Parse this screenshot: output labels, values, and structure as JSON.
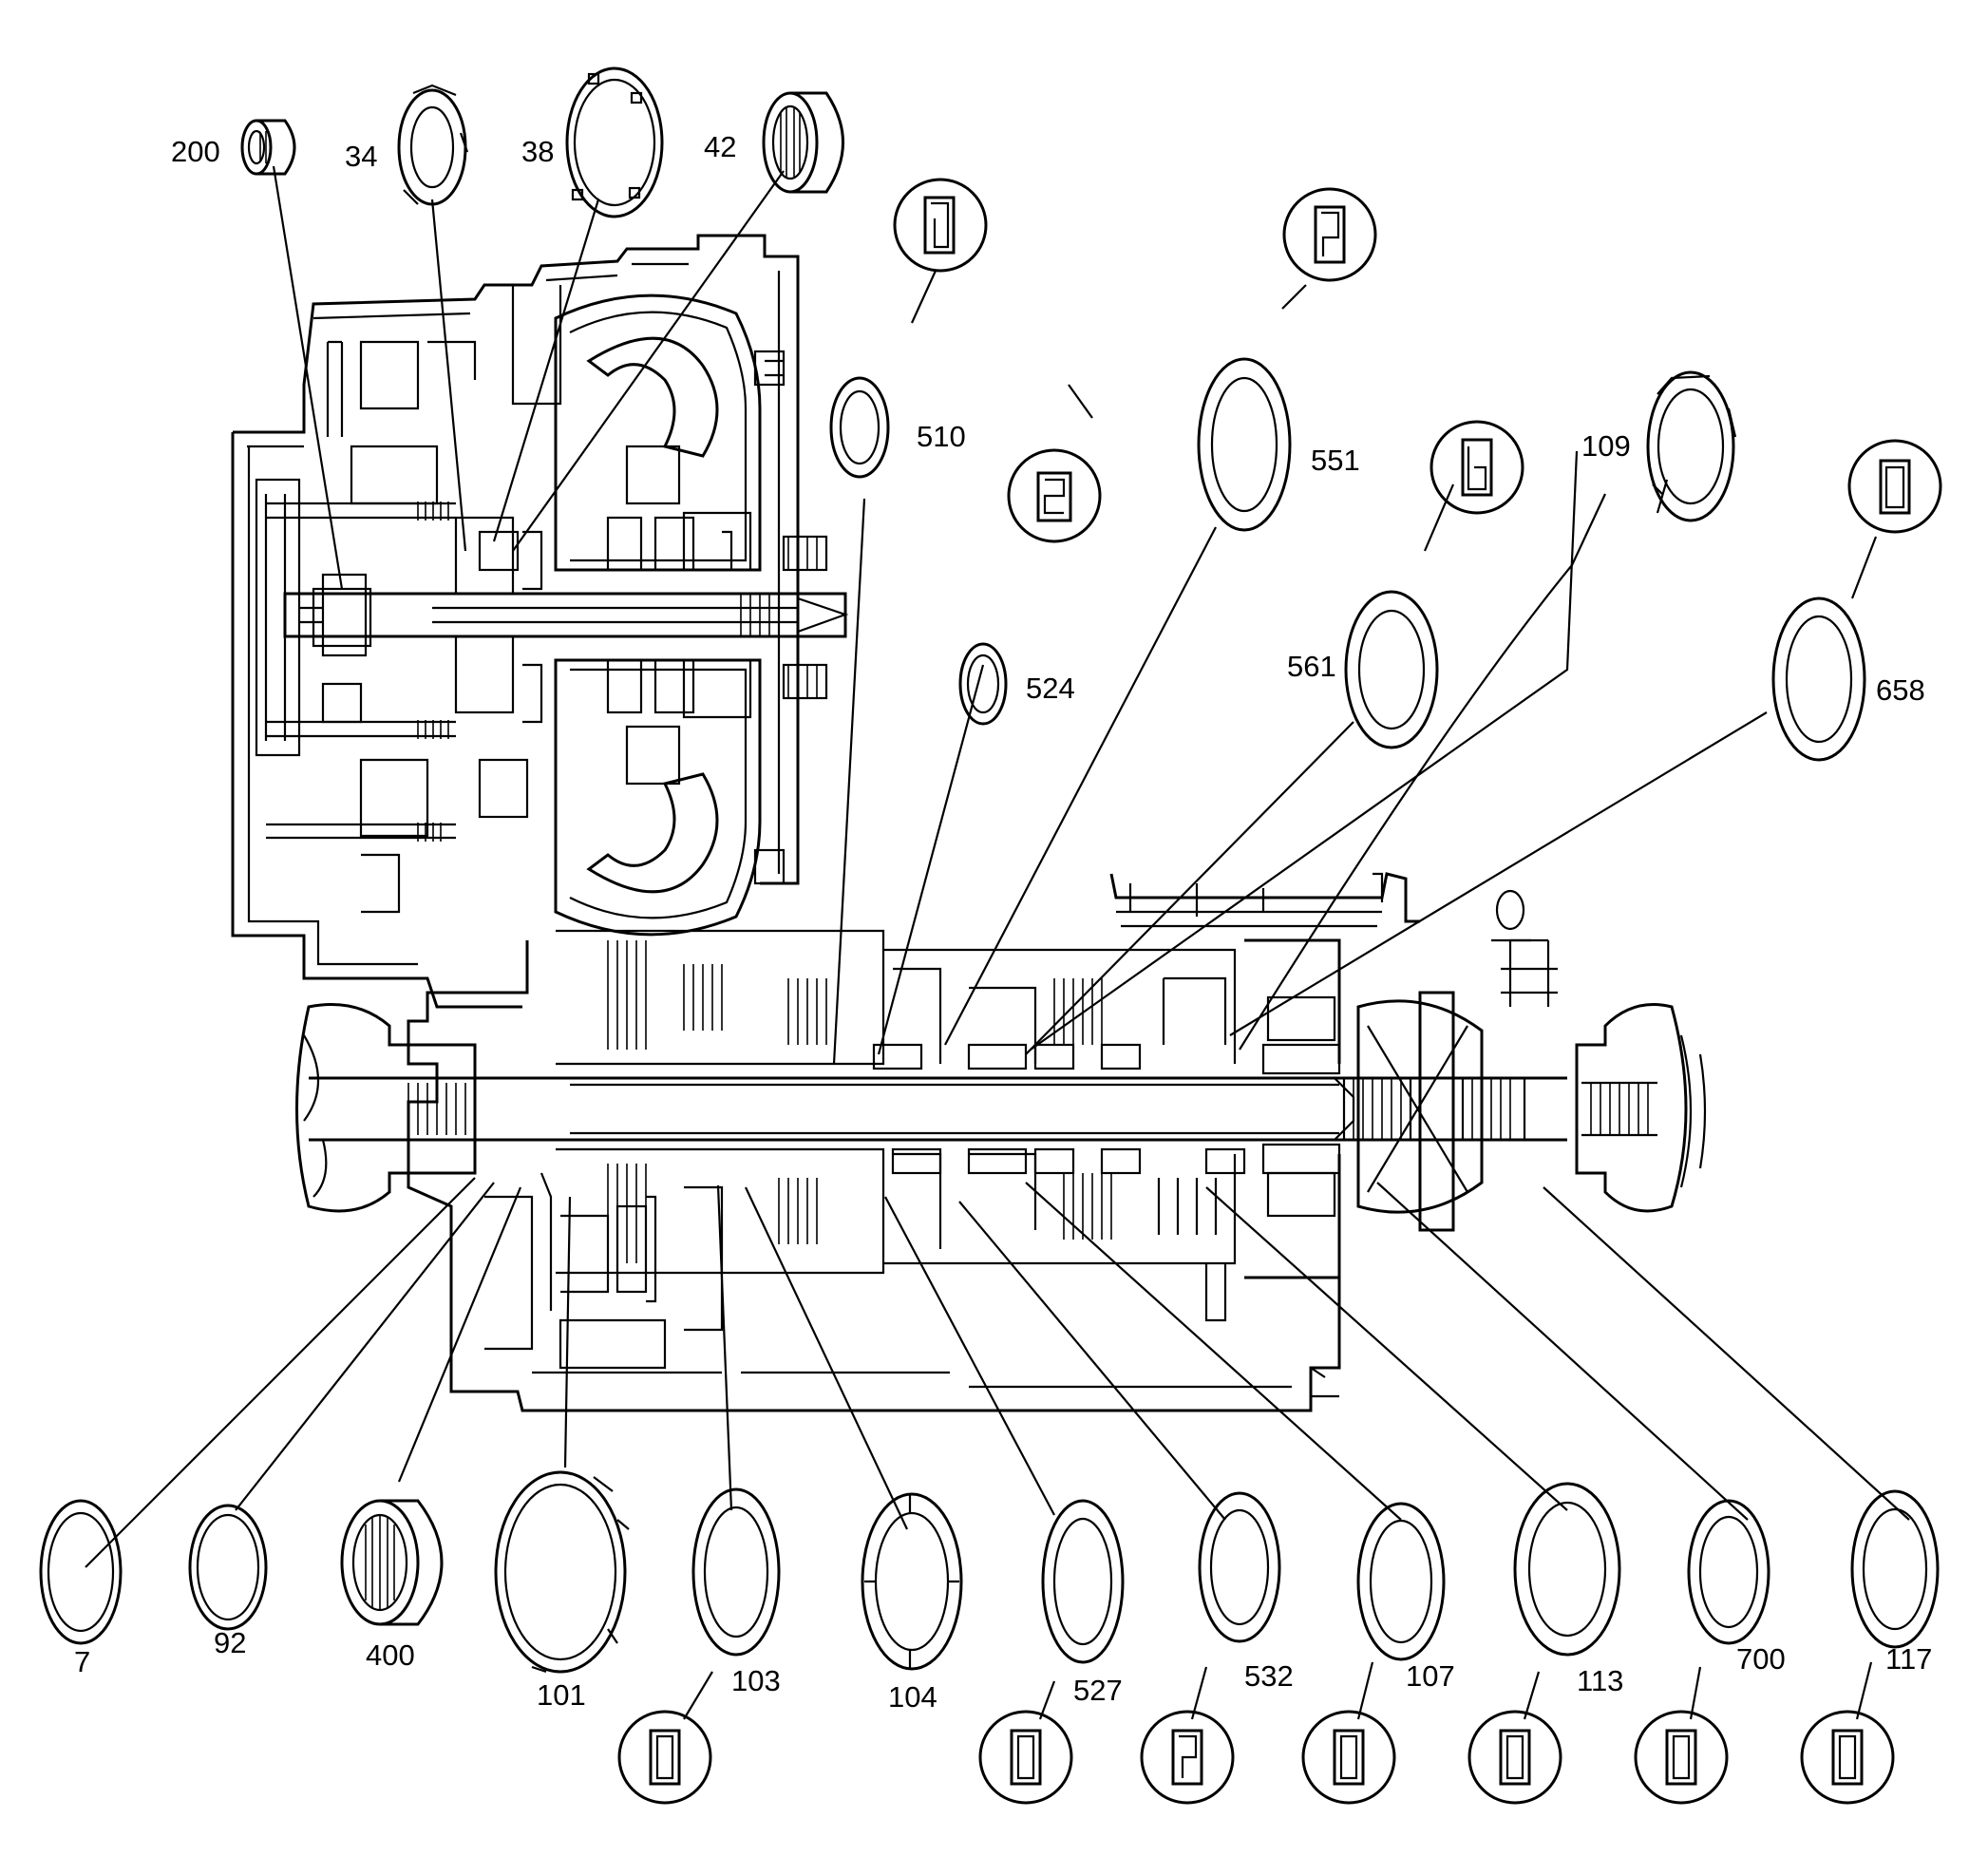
{
  "diagram": {
    "colors": {
      "ink": "#000000",
      "paper": "#ffffff"
    },
    "top_parts": [
      {
        "id": "200",
        "label": "200",
        "shape": "sleeve-bushing"
      },
      {
        "id": "34",
        "label": "34",
        "shape": "tabbed-thrust-washer"
      },
      {
        "id": "38",
        "label": "38",
        "shape": "tabbed-thrust-washer"
      },
      {
        "id": "42",
        "label": "42",
        "shape": "needle-bearing"
      },
      {
        "id": "510",
        "label": "510",
        "shape": "thrust-bearing",
        "icon": "bearing-section-icon"
      },
      {
        "id": "524",
        "label": "524",
        "shape": "thrust-washer",
        "icon": "bearing-section-icon"
      },
      {
        "id": "551",
        "label": "551",
        "shape": "thrust-washer",
        "icon": "bearing-section-icon"
      },
      {
        "id": "561",
        "label": "561",
        "shape": "thrust-washer",
        "icon": "bearing-section-icon"
      },
      {
        "id": "109",
        "label": "109",
        "shape": "tabbed-thrust-washer"
      },
      {
        "id": "658",
        "label": "658",
        "shape": "thrust-bearing",
        "icon": "bearing-section-icon"
      }
    ],
    "bottom_parts": [
      {
        "id": "7",
        "label": "7",
        "shape": "thrust-washer"
      },
      {
        "id": "92",
        "label": "92",
        "shape": "thrust-washer"
      },
      {
        "id": "400",
        "label": "400",
        "shape": "needle-bearing"
      },
      {
        "id": "101",
        "label": "101",
        "shape": "tabbed-thrust-washer"
      },
      {
        "id": "103",
        "label": "103",
        "shape": "thrust-bearing",
        "icon": "bearing-section-icon"
      },
      {
        "id": "104",
        "label": "104",
        "shape": "split-thrust-washer"
      },
      {
        "id": "527",
        "label": "527",
        "shape": "thrust-bearing",
        "icon": "bearing-section-icon"
      },
      {
        "id": "532",
        "label": "532",
        "shape": "thrust-bearing",
        "icon": "bearing-section-icon"
      },
      {
        "id": "107",
        "label": "107",
        "shape": "thrust-bearing",
        "icon": "bearing-section-icon"
      },
      {
        "id": "113",
        "label": "113",
        "shape": "thrust-bearing",
        "icon": "bearing-section-icon"
      },
      {
        "id": "700",
        "label": "700",
        "shape": "thrust-bearing",
        "icon": "bearing-section-icon"
      },
      {
        "id": "117",
        "label": "117",
        "shape": "thrust-bearing",
        "icon": "bearing-section-icon"
      }
    ]
  }
}
